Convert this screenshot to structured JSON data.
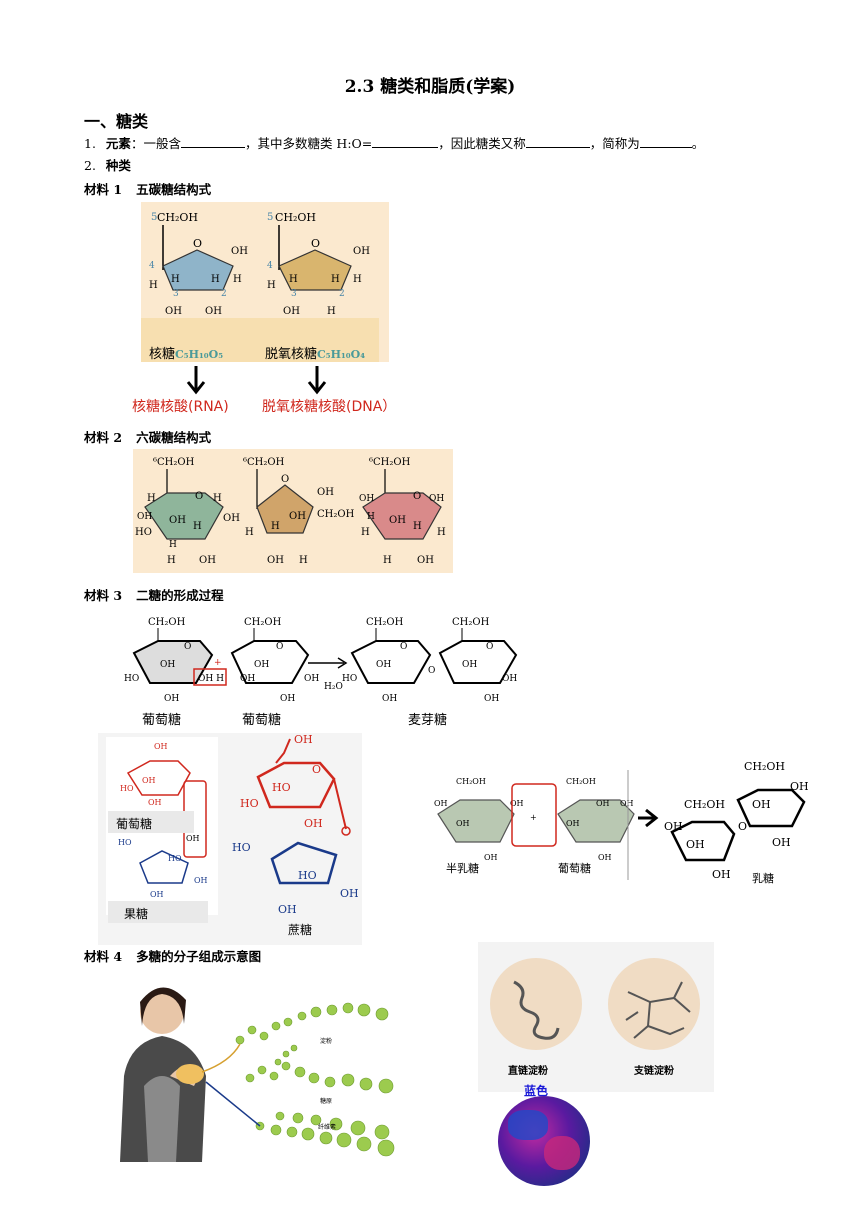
{
  "title": "2.3 糖类和脂质(学案)",
  "section1": {
    "heading": "一、糖类"
  },
  "q1": {
    "num": "1.",
    "label": "元素",
    "p1": "：一般含",
    "p2": "，其中多数糖类 H:O=",
    "p3": "，因此糖类又称",
    "p4": "，简称为",
    "p5": "。"
  },
  "q2": {
    "num": "2.",
    "label": "种类"
  },
  "m1": {
    "label": "材料 1",
    "title": "五碳糖结构式",
    "ribose_name": "核糖",
    "ribose_formula": "C₅H₁₀O₅",
    "deoxy_name": "脱氧核糖",
    "deoxy_formula": "C₅H₁₀O₄",
    "rna": "核糖核酸(RNA)",
    "dna": "脱氧核糖核酸(DNA）"
  },
  "m2": {
    "label": "材料 2",
    "title": "六碳糖结构式"
  },
  "m3": {
    "label": "材料 3",
    "title": "二糖的形成过程",
    "glucose": "葡萄糖",
    "maltose": "麦芽糖",
    "fructose": "果糖",
    "sucrose": "蔗糖",
    "galactose": "半乳糖",
    "lactose": "乳糖"
  },
  "m4": {
    "label": "材料 4",
    "title": "多糖的分子组成示意图",
    "chain1": "淀粉",
    "chain2": "糖原",
    "chain3": "纤维素",
    "amylose": "直链淀粉",
    "amylopectin": "支链淀粉",
    "blue": "蓝色"
  },
  "colors": {
    "red": "#d0281e",
    "blue_text": "#1a1ad8",
    "teal": "#4a86a8",
    "gold": "#c79a3c",
    "green": "#7faa8a",
    "pink": "#d98a8a",
    "panel_bg": "#fbe9cf"
  }
}
